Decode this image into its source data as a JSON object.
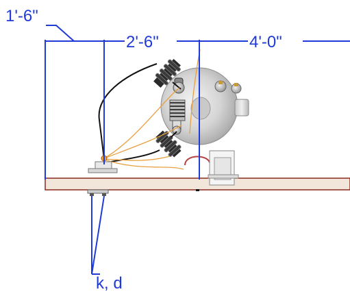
{
  "dimensions": {
    "left_offset": "1'-6\"",
    "span_left": "2'-6\"",
    "span_right": "4'-0\""
  },
  "callout": {
    "label": "k, d"
  },
  "colors": {
    "dimension_blue": "#1f3ad6",
    "crossarm": "#f2e6da",
    "crossarm_edge": "#8a2a1e",
    "jumper_orange": "#e8a040",
    "lead_black": "#111111",
    "tank_gray": "#d8d8d8"
  }
}
